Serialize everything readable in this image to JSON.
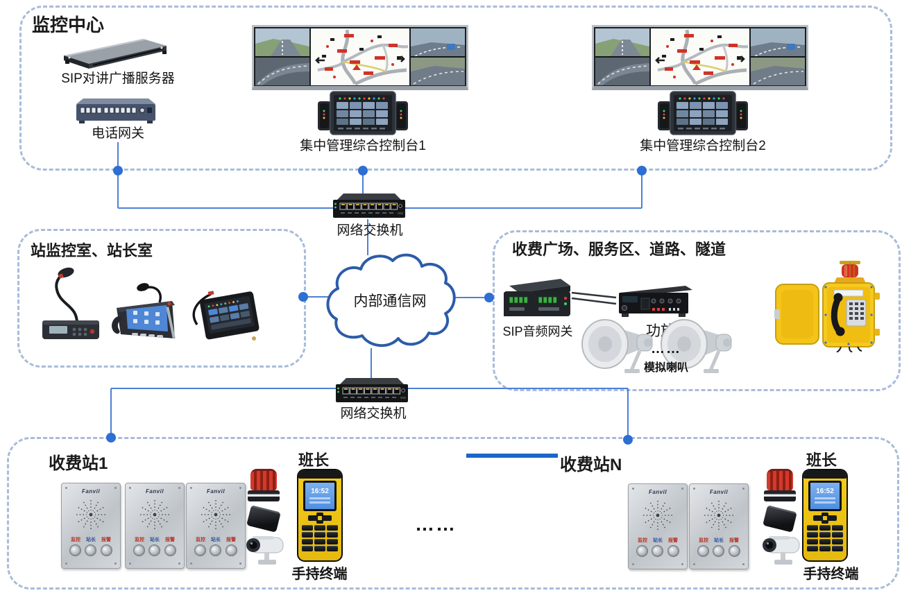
{
  "colors": {
    "line": "#4e80d4",
    "node": "#2d6fd2",
    "box_border": "#a8bcda",
    "station_bar": "#1b66c9"
  },
  "monitoring_center": {
    "title": "监控中心",
    "sip_server": "SIP对讲广播服务器",
    "phone_gateway": "电话网关",
    "console1": "集中管理综合控制台1",
    "console2": "集中管理综合控制台2"
  },
  "network": {
    "switch_top": "网络交换机",
    "switch_bottom": "网络交换机",
    "cloud": "内部通信网"
  },
  "station_room": {
    "title": "站监控室、站长室"
  },
  "plaza": {
    "title": "收费广场、服务区、道路、隧道",
    "sip_audio_gateway": "SIP音频网关",
    "amplifier": "功放",
    "ellipsis": "……",
    "speaker": "模拟喇叭"
  },
  "stations": {
    "station1": "收费站1",
    "stationN": "收费站N",
    "leader1": "班长",
    "leader2": "班长",
    "handheld1": "手持终端",
    "handheld2": "手持终端",
    "ellipsis": "……"
  },
  "intercom": {
    "brand": "Fanvil",
    "buttons": [
      "监控",
      "站长",
      "报警"
    ]
  },
  "handheld": {
    "time": "16:52"
  }
}
